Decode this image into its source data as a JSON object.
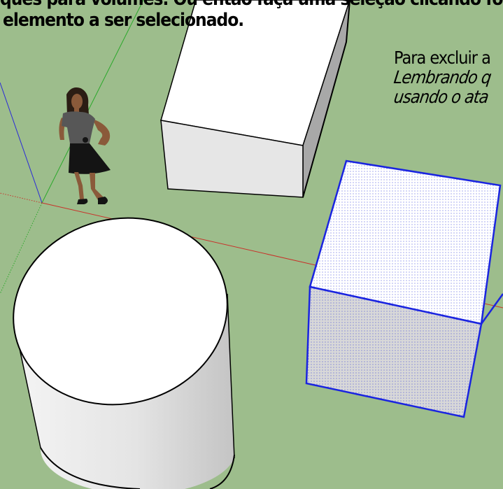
{
  "app": "SketchUp",
  "captions": {
    "top": {
      "line1": "ques para volumes. Ou então faça uma seleção clicando fo",
      "line2": "elemento a ser selecionado."
    },
    "right": {
      "line1": "Para excluir a",
      "line2": "Lembrando q",
      "line3": "usando o ata"
    }
  },
  "scene": {
    "background_color": "#9dbd8c",
    "axis_colors": {
      "red": "#c8322a",
      "green": "#2ba82b",
      "blue": "#2a2ad8"
    },
    "selection_color": "#1a24e0",
    "objects": [
      "person-figure",
      "box",
      "cylinder",
      "selected-box"
    ]
  }
}
